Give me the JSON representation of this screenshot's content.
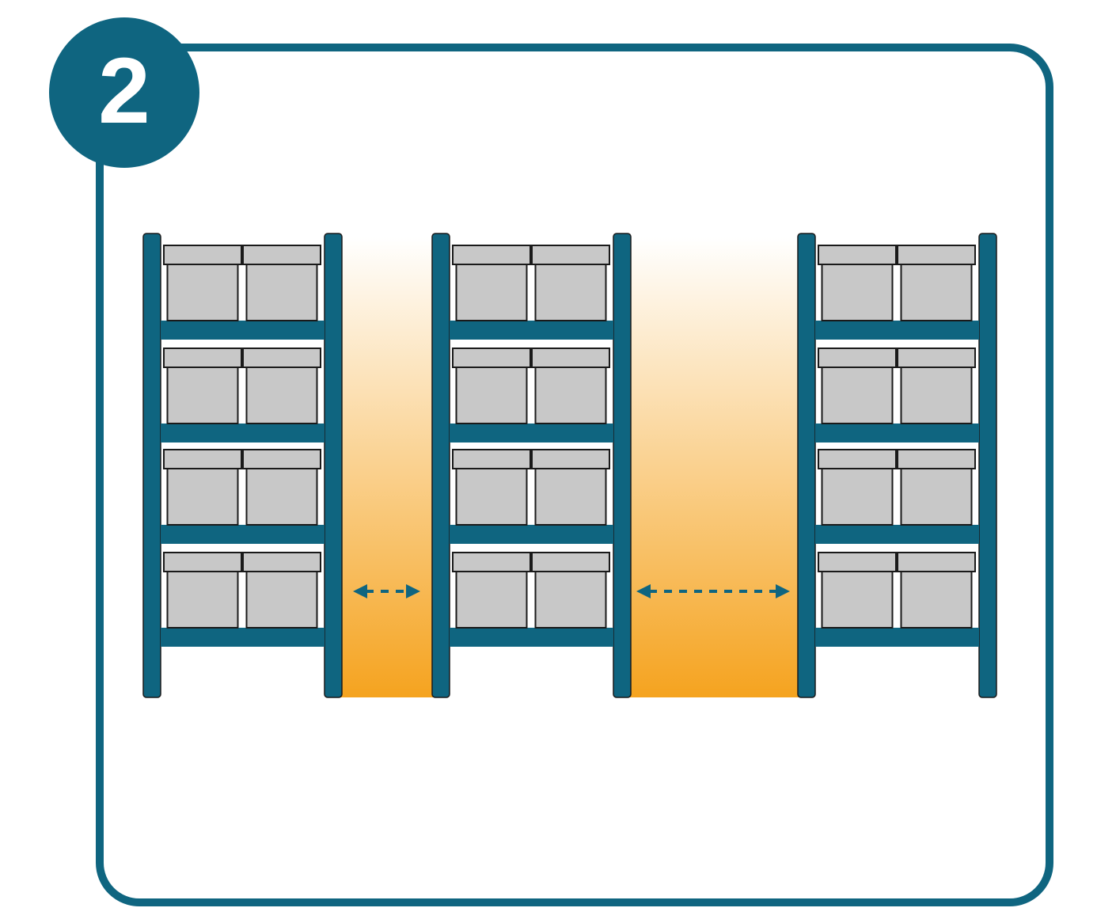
{
  "step": {
    "number": "2"
  },
  "colors": {
    "accent": "#0f6580",
    "box_fill": "#c8c8c8",
    "box_outline": "#1a1a1a",
    "aisle_bottom": "#f5a31f",
    "aisle_top": "#ffffff",
    "background": "#ffffff"
  },
  "diagram": {
    "racks": [
      {
        "name": "rack-1",
        "levels": 4,
        "boxes_per_level": 2
      },
      {
        "name": "rack-2",
        "levels": 4,
        "boxes_per_level": 2
      },
      {
        "name": "rack-3",
        "levels": 4,
        "boxes_per_level": 2
      }
    ],
    "aisles": [
      {
        "name": "aisle-narrow",
        "arrow": "double-headed-dashed"
      },
      {
        "name": "aisle-wide",
        "arrow": "double-headed-dashed"
      }
    ]
  }
}
